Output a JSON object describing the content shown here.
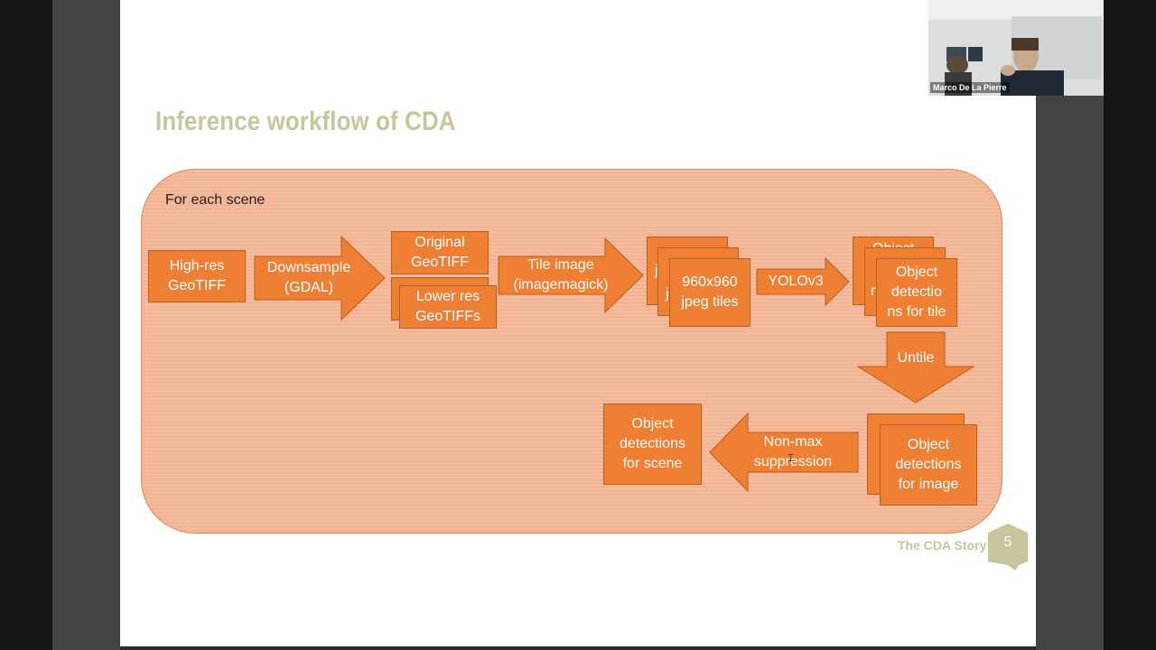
{
  "slide": {
    "title": "Inference workflow of CDA",
    "panel_label": "For each scene",
    "footer": "The CDA Story",
    "page_number": "5"
  },
  "colors": {
    "accent_orange": "#ee7f33",
    "panel_fill": "#f5b99b",
    "title_color": "#c8c49c"
  },
  "nodes": {
    "highres": "High-res\nGeoTIFF",
    "original": "Original\nGeoTIFF",
    "lowerres": "Lower res\nGeoTIFFs",
    "tiles": "960x960\njpeg tiles",
    "tiles_peek_a": "j",
    "tiles_peek_b": "j",
    "det_tile": "Object\ndetectio\nns for tile",
    "det_tile_peek_a": "Object",
    "det_tile_peek_b": "n",
    "det_image": "Object\ndetections\nfor image",
    "det_scene": "Object\ndetections\nfor scene"
  },
  "arrows": {
    "downsample": "Downsample\n(GDAL)",
    "tile_image": "Tile image\n(imagemagick)",
    "yolo": "YOLOv3",
    "untile": "Untile",
    "nms": "Non-max\nsuppression"
  },
  "video": {
    "participant_name": "Marco De La Pierre"
  }
}
